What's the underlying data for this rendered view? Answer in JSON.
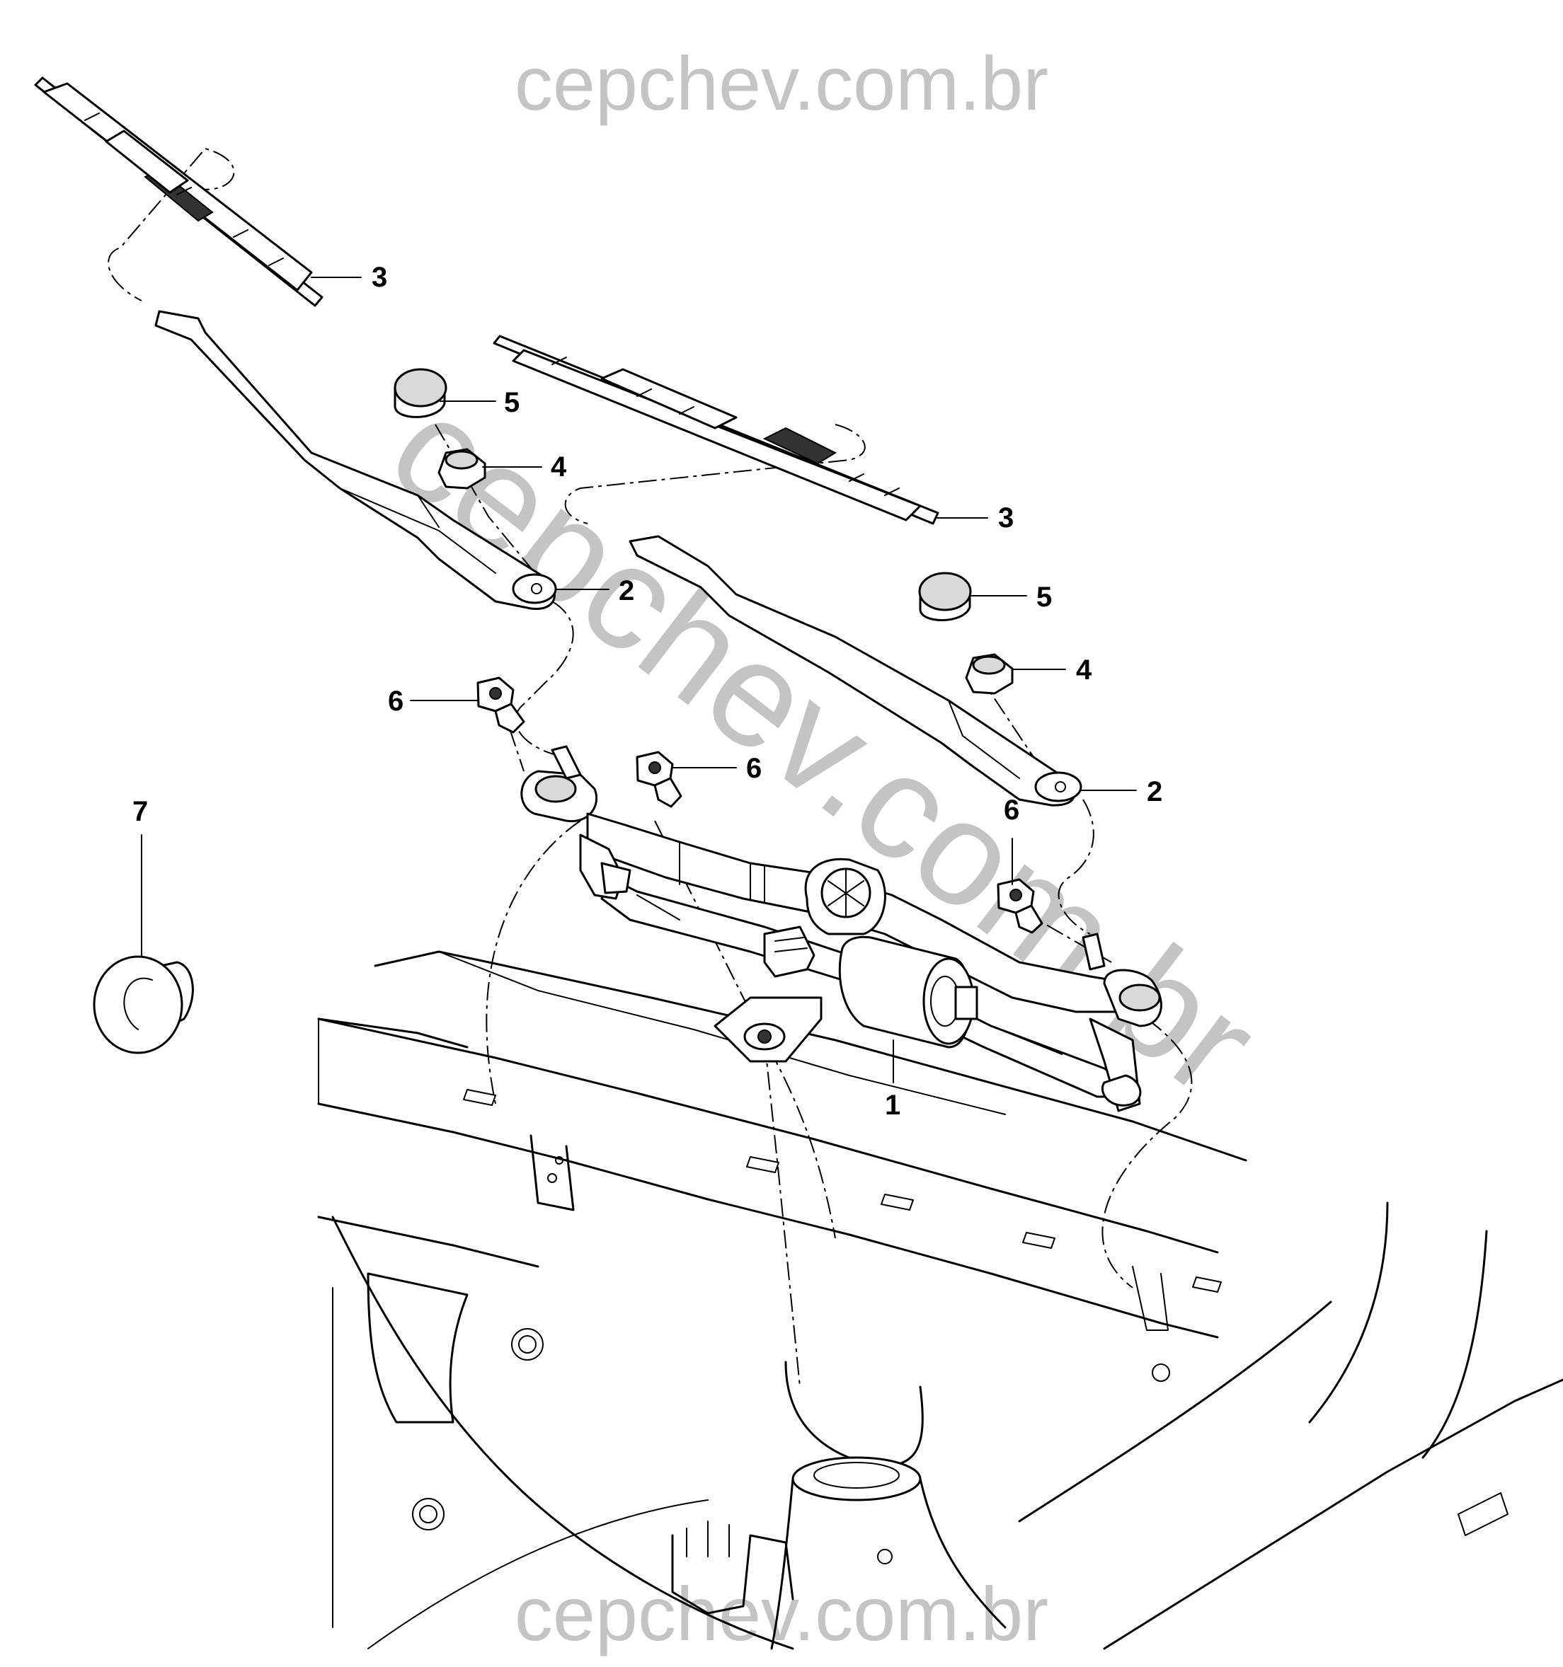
{
  "watermark": {
    "top": "cepchev.com.br",
    "diagonal": "cepchev.com.br",
    "bottom": "cepchev.com.br",
    "color": "#c4c4c4"
  },
  "callouts": {
    "motor_linkage": "1",
    "arm_left": "2",
    "arm_right": "2",
    "blade_left": "3",
    "blade_right": "3",
    "nut_left": "4",
    "nut_right": "4",
    "cap_left": "5",
    "cap_right": "5",
    "bolt_left": "6",
    "bolt_center": "6",
    "bolt_right": "6",
    "grommet": "7"
  }
}
